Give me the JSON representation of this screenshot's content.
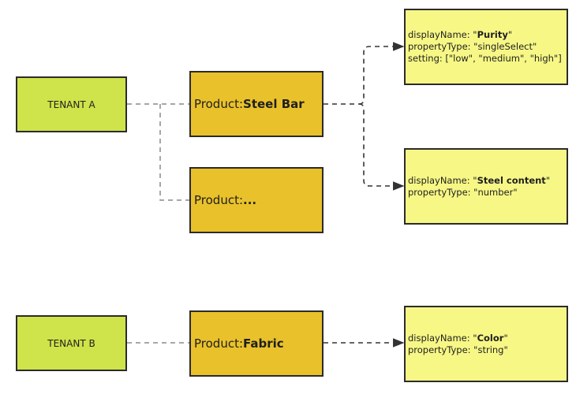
{
  "tenants": [
    {
      "label": "TENANT A"
    },
    {
      "label": "TENANT B"
    }
  ],
  "products": [
    {
      "prefix": "Product: ",
      "name": "Steel Bar"
    },
    {
      "prefix": "Product: ",
      "name": "..."
    },
    {
      "prefix": "Product: ",
      "name": "Fabric"
    }
  ],
  "properties": {
    "purity": {
      "display_key": "displayName: \"",
      "display_value": "Purity",
      "display_end": "\"",
      "type_line": "propertyType: \"singleSelect\"",
      "setting_line": "setting: [\"low\", \"medium\", \"high\"]"
    },
    "steel_content": {
      "display_key": "displayName: \"",
      "display_value": "Steel content",
      "display_end": "\"",
      "type_line": "propertyType: \"number\""
    },
    "color": {
      "display_key": "displayName: \"",
      "display_value": "Color",
      "display_end": "\"",
      "type_line": "propertyType: \"string\""
    }
  },
  "colors": {
    "tenant_fill": "#cfe34a",
    "product_fill": "#e9c12b",
    "property_fill": "#f7f786",
    "connector": "#8a8a8a",
    "arrow": "#333333"
  }
}
